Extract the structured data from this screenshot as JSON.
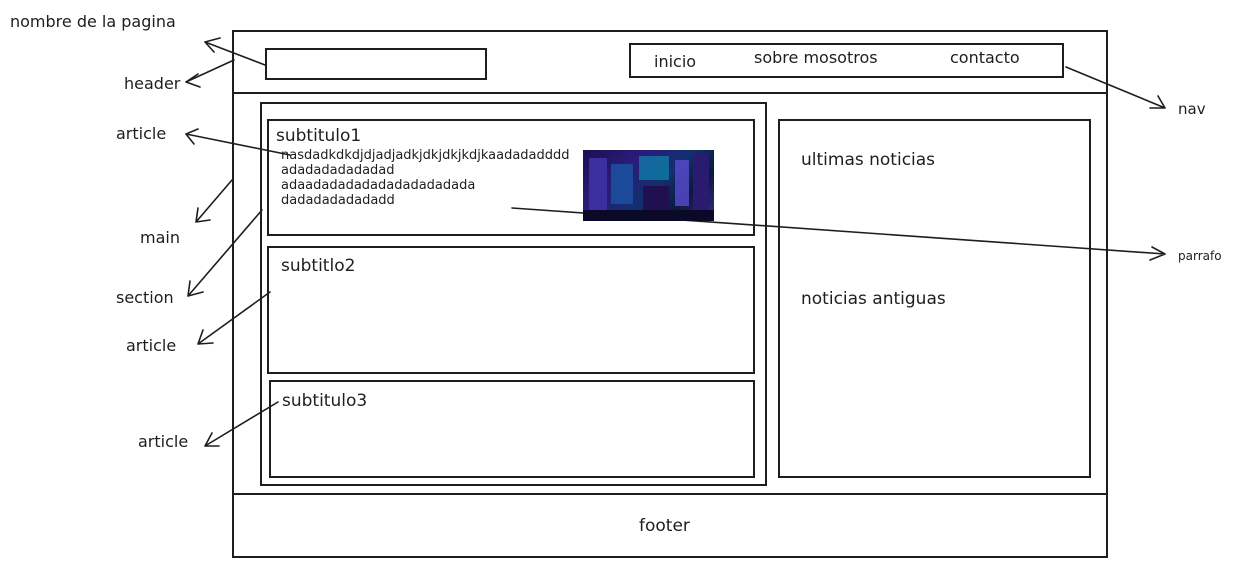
{
  "annotations": {
    "page_name": "nombre de la pagina",
    "header": "header",
    "article_1": "article",
    "main": "main",
    "section": "section",
    "article_2": "article",
    "article_3": "article",
    "nav": "nav",
    "paragraph": "parrafo"
  },
  "nav": {
    "items": [
      "inicio",
      "sobre mosotros",
      "contacto"
    ]
  },
  "articles": [
    {
      "subtitle": "subtitulo1",
      "paragraph_lines": [
        "nasdadkdkdjdjadjadkjdkjdkjkdjkaadadadddd",
        "adadadadadadad",
        "adaadadadadadadadadadada",
        "dadadadadadadd"
      ]
    },
    {
      "subtitle": "subtitlo2"
    },
    {
      "subtitle": "subtitulo3"
    }
  ],
  "aside": {
    "latest": "ultimas noticias",
    "old": "noticias antiguas"
  },
  "footer": {
    "label": "footer"
  },
  "colors": {
    "stroke": "#1e1e1e",
    "background": "#ffffff",
    "image_tones": [
      "#1a1050",
      "#2b1b7a",
      "#12306e",
      "#0aa0c0"
    ]
  }
}
